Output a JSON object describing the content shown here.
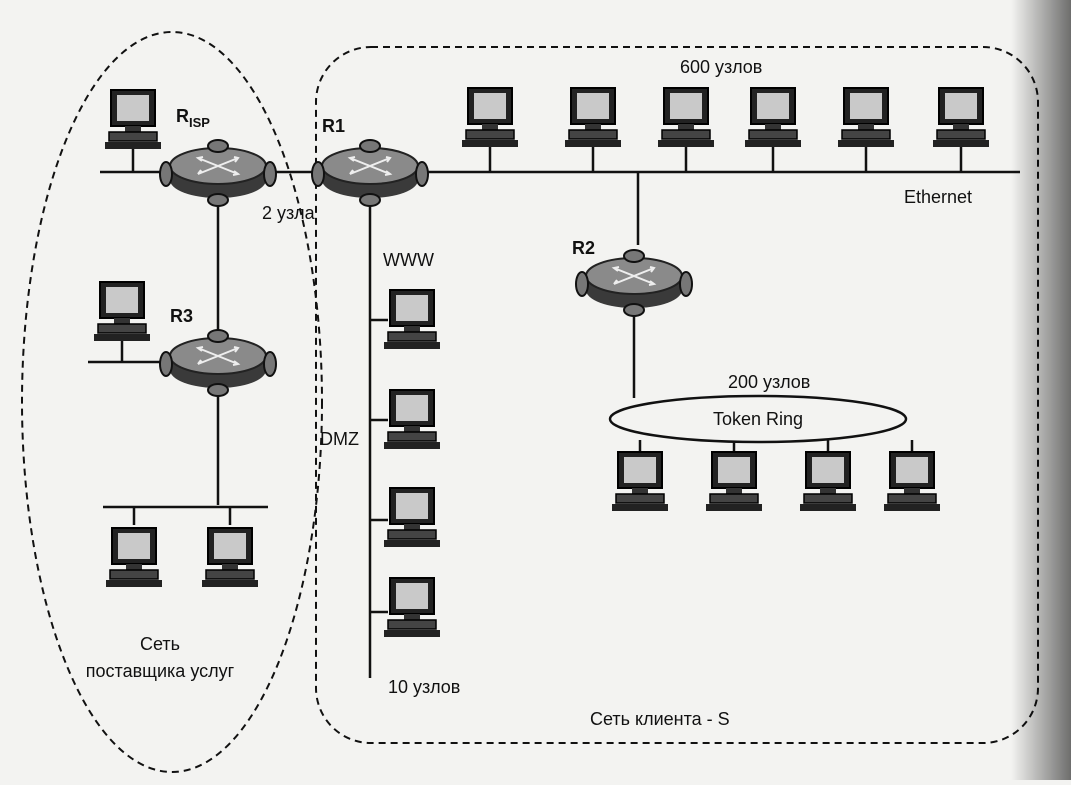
{
  "provider": {
    "router_main": "R",
    "router_sub": "ISP",
    "router_r3": "R3",
    "caption_line1": "Сеть",
    "caption_line2": "поставщика услуг"
  },
  "link": {
    "nodes_label": "2 узла"
  },
  "client": {
    "router_r1": "R1",
    "router_r2": "R2",
    "ethernet_nodes": "600 узлов",
    "ethernet_label": "Ethernet",
    "token_nodes": "200 узлов",
    "token_ring_label": "Token Ring",
    "www_label": "WWW",
    "dmz_label": "DMZ",
    "dmz_nodes": "10 узлов",
    "caption": "Сеть клиента - S"
  },
  "colors": {
    "ink": "#111111",
    "router": "#6c6c6c",
    "screen": "#c9c9c9",
    "paper": "#f3f3f1"
  }
}
